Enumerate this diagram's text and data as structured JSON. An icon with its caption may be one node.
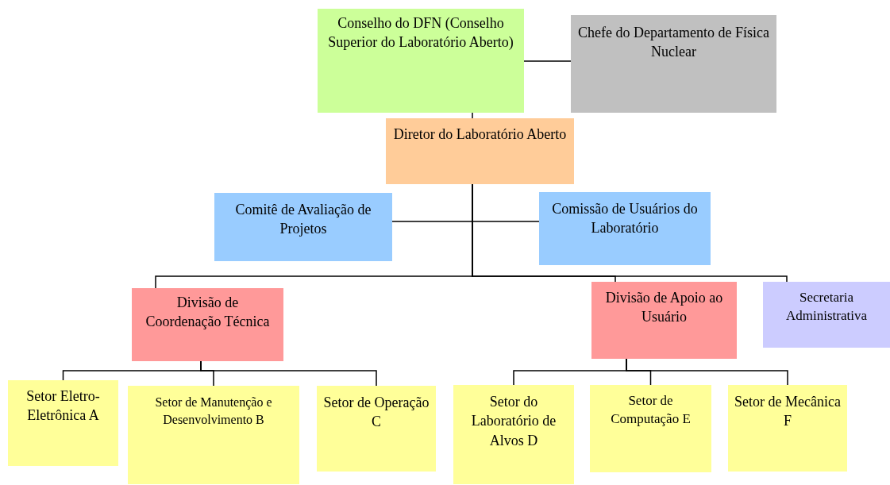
{
  "diagram": {
    "nodes": [
      {
        "text": [
          "Conselho do DFN (Conselho Superior do Laboratório Aberto)"
        ]
      },
      {
        "text": [
          "Chefe do Departamento de Física Nuclear"
        ]
      },
      {
        "text": [
          "Diretor do Laboratório Aberto"
        ]
      },
      {
        "text": [
          "Comitê de Avaliação de Projetos"
        ]
      },
      {
        "text": [
          "Comissão de Usuários do Laboratório"
        ]
      },
      {
        "text": [
          "Divisão de Coordenação Técnica"
        ]
      },
      {
        "text": [
          "Divisão de Apoio ao Usuário"
        ]
      },
      {
        "text": [
          "Secretaria Administrativa"
        ]
      },
      {
        "text": [
          "Setor Eletro- Eletrônica A"
        ]
      },
      {
        "text": [
          "Setor de Manutenção e Desenvolvimento B"
        ]
      },
      {
        "text": [
          "Setor de Operação C"
        ]
      },
      {
        "text": [
          "Setor do Laboratório de Alvos D"
        ]
      },
      {
        "text": [
          "Setor de Computação E"
        ]
      },
      {
        "text": [
          "Setor de Mecânica F"
        ]
      }
    ],
    "edges": [
      {
        "from": 0,
        "to": 1,
        "arrow": "none"
      },
      {
        "from": 0,
        "to": 2,
        "arrow": "none"
      },
      {
        "from": 2,
        "to": 3,
        "arrow": "none"
      },
      {
        "from": 2,
        "to": 4,
        "arrow": "none"
      },
      {
        "from": 2,
        "to": 5,
        "arrow": "none"
      },
      {
        "from": 2,
        "to": 6,
        "arrow": "none"
      },
      {
        "from": 2,
        "to": 7,
        "arrow": "none"
      },
      {
        "from": 5,
        "to": 8,
        "arrow": "none"
      },
      {
        "from": 5,
        "to": 9,
        "arrow": "none"
      },
      {
        "from": 5,
        "to": 10,
        "arrow": "none"
      },
      {
        "from": 6,
        "to": 11,
        "arrow": "none"
      },
      {
        "from": 6,
        "to": 12,
        "arrow": "none"
      },
      {
        "from": 6,
        "to": 13,
        "arrow": "none"
      }
    ]
  }
}
